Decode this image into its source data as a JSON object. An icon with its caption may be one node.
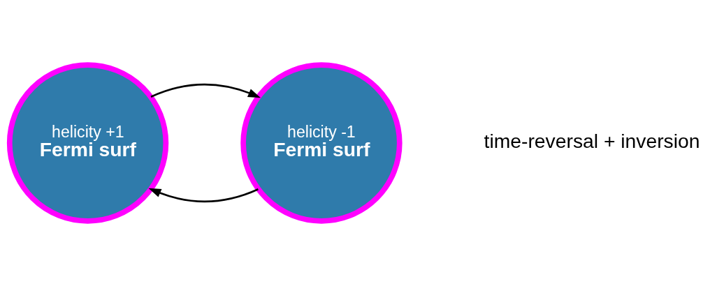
{
  "diagram": {
    "nodes": [
      {
        "text": [
          "helicity +1",
          "Fermi surf"
        ]
      },
      {
        "text": [
          "helicity -1",
          "Fermi surf"
        ]
      }
    ],
    "edges": [
      {
        "from": 1,
        "to": 0,
        "arrow": "to"
      },
      {
        "from": 0,
        "to": 1,
        "arrow": "to"
      }
    ],
    "labels": [
      "time-reversal + inversion"
    ]
  }
}
